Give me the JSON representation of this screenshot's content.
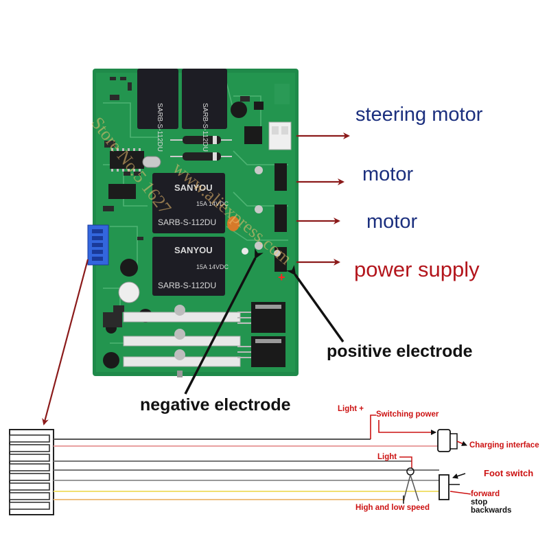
{
  "labels": {
    "steering_motor": "steering motor",
    "motor_1": "motor",
    "motor_2": "motor",
    "power_supply": "power supply",
    "positive_electrode": "positive electrode",
    "negative_electrode": "negative electrode"
  },
  "wiring": {
    "light_plus": "Light +",
    "switching_power": "Switching power",
    "charging_interface": "Charging interface",
    "light": "Light",
    "foot_switch": "Foot switch",
    "high_low_speed": "High and low speed",
    "forward": "forward",
    "stop": "stop",
    "backwards": "backwards"
  },
  "board": {
    "relay_top_1": "SARB-S-112DU",
    "relay_top_2": "SARB-S-112DU",
    "relay_mid_brand": "SANYOU",
    "relay_mid_text": "SARB-S-112DU",
    "relay_low_brand": "SANYOU",
    "relay_low_text": "SARB-S-112DU",
    "relay_rating": "15A 14VDC",
    "plus_sign": "+"
  },
  "watermark": {
    "line1": "Store No.5 1627",
    "line2": "www.aliexpress.com"
  },
  "colors": {
    "pcb": "#1f8a4a",
    "relay": "#1d1d24",
    "arrow": "#8b1a1a",
    "label_blue": "#1b2f7e",
    "label_red": "#b3151c",
    "wire_red": "#e8a0a0",
    "wire_yellow": "#f0e070"
  }
}
